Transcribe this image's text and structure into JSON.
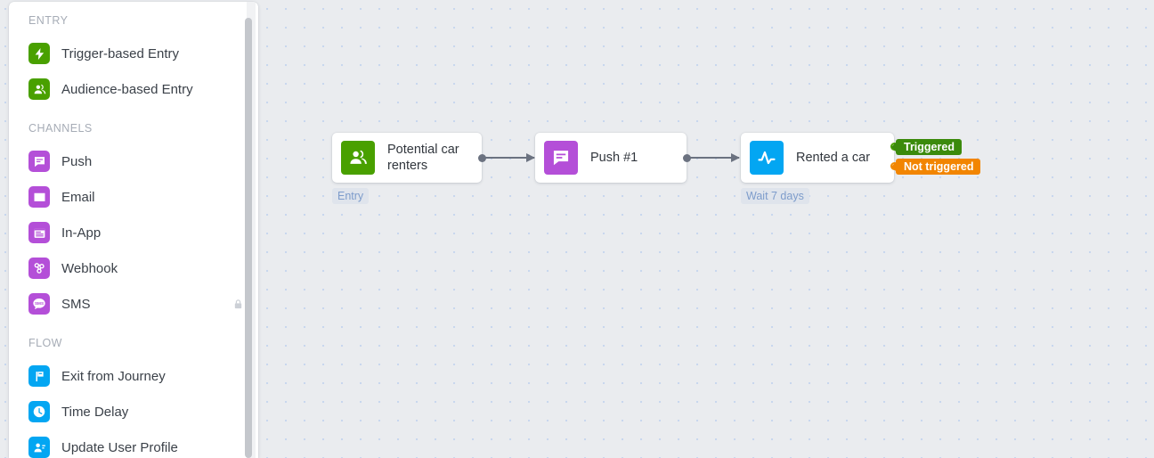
{
  "colors": {
    "canvas_bg": "#eaecef",
    "grid_dot": "#c8d7ee",
    "entry_green": "#49a000",
    "channel_purple": "#b44fd8",
    "flow_blue": "#03a6f2",
    "badge_triggered": "#3b8a0c",
    "badge_not_triggered": "#f28500",
    "tag_text": "#7d9ccb",
    "tag_bg": "#dfe4ec",
    "connector": "#6b7280"
  },
  "sidebar": {
    "sections": [
      {
        "heading": "ENTRY",
        "items": [
          {
            "label": "Trigger-based Entry",
            "icon": "lightning-bolt-icon",
            "color": "green",
            "locked": false
          },
          {
            "label": "Audience-based Entry",
            "icon": "audience-people-icon",
            "color": "green",
            "locked": false
          }
        ]
      },
      {
        "heading": "CHANNELS",
        "items": [
          {
            "label": "Push",
            "icon": "push-message-icon",
            "color": "purple",
            "locked": false
          },
          {
            "label": "Email",
            "icon": "email-envelope-icon",
            "color": "purple",
            "locked": false
          },
          {
            "label": "In-App",
            "icon": "in-app-window-icon",
            "color": "purple",
            "locked": false
          },
          {
            "label": "Webhook",
            "icon": "webhook-icon",
            "color": "purple",
            "locked": false
          },
          {
            "label": "SMS",
            "icon": "sms-bubble-icon",
            "color": "purple",
            "locked": true
          }
        ]
      },
      {
        "heading": "FLOW",
        "items": [
          {
            "label": "Exit from Journey",
            "icon": "exit-flag-icon",
            "color": "blue",
            "locked": false
          },
          {
            "label": "Time Delay",
            "icon": "clock-icon",
            "color": "blue",
            "locked": false
          },
          {
            "label": "Update User Profile",
            "icon": "user-profile-edit-icon",
            "color": "blue",
            "locked": false
          }
        ]
      }
    ]
  },
  "flow": {
    "nodes": [
      {
        "title": "Potential car\nrenters",
        "icon": "audience-people-icon",
        "color": "green",
        "tag": "Entry"
      },
      {
        "title": "Push #1",
        "icon": "push-message-icon",
        "color": "purple",
        "tag": ""
      },
      {
        "title": "Rented a car",
        "icon": "activity-pulse-icon",
        "color": "blue",
        "tag": "Wait 7 days"
      }
    ],
    "branches": [
      {
        "label": "Triggered",
        "style": "green"
      },
      {
        "label": "Not triggered",
        "style": "orange"
      }
    ]
  }
}
